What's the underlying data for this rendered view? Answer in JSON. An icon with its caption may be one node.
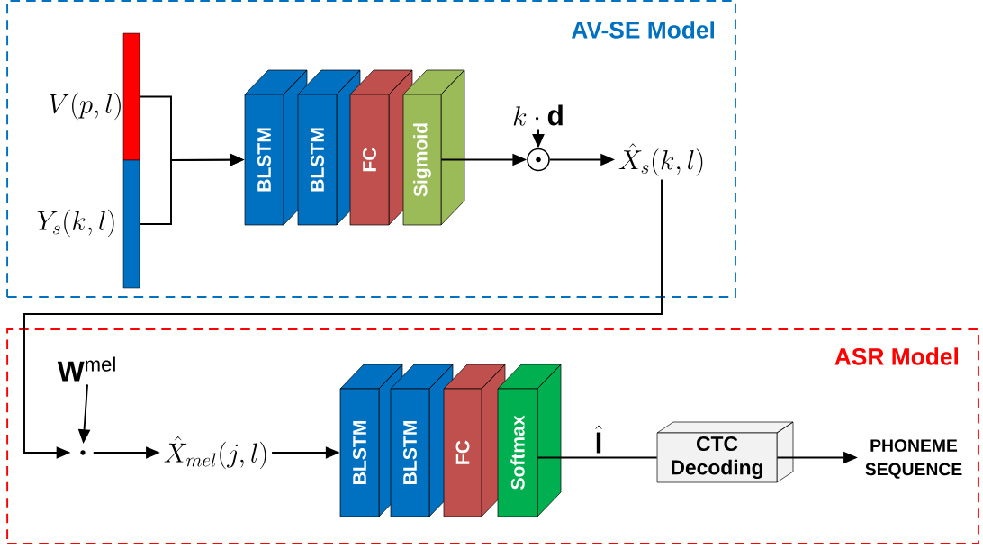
{
  "diagram": {
    "nodes": [
      {
        "text": [
          "AV-SE Model"
        ]
      },
      {
        "text": [],
        "shape": "bar",
        "beside": [
          "V(p,l)"
        ],
        "in": 0
      },
      {
        "text": [],
        "shape": "bar",
        "beside": [
          "Y_s(k,l)"
        ],
        "in": 0
      },
      {
        "text": [
          "BLSTM"
        ],
        "in": 0
      },
      {
        "text": [
          "BLSTM"
        ],
        "in": 0
      },
      {
        "text": [
          "FC"
        ],
        "in": 0
      },
      {
        "text": [
          "Sigmoid"
        ],
        "in": 0
      },
      {
        "text": [
          "k\\cdot\\mathbf{d}"
        ],
        "in": 0
      },
      {
        "text": [],
        "shape": "circle",
        "in": 0
      },
      {
        "text": [
          "\\hat{X}_s(k,l)"
        ],
        "in": 0
      },
      {
        "text": [
          "ASR Model"
        ]
      },
      {
        "text": [
          "\\mathbf{W}^{\\mathrm{mel}}"
        ],
        "in": 10
      },
      {
        "text": [],
        "shape": "circle",
        "in": 10
      },
      {
        "text": [
          "\\hat{X}_{mel}(j,l)"
        ],
        "in": 10
      },
      {
        "text": [
          "BLSTM"
        ],
        "in": 10
      },
      {
        "text": [
          "BLSTM"
        ],
        "in": 10
      },
      {
        "text": [
          "FC"
        ],
        "in": 10
      },
      {
        "text": [
          "Softmax"
        ],
        "in": 10
      },
      {
        "text": [
          "CTC Decoding"
        ],
        "in": 10
      },
      {
        "text": [
          "PHONEME SEQUENCE"
        ],
        "in": 10
      }
    ],
    "edges": [
      {
        "from": 1,
        "to": 3,
        "arrow": "to"
      },
      {
        "from": 2,
        "to": 3,
        "arrow": "to"
      },
      {
        "from": 6,
        "to": 8,
        "arrow": "to"
      },
      {
        "from": 7,
        "to": 8,
        "arrow": "to"
      },
      {
        "from": 8,
        "to": 9,
        "arrow": "to"
      },
      {
        "from": 9,
        "to": 12,
        "arrow": "to"
      },
      {
        "from": 11,
        "to": 12,
        "arrow": "to"
      },
      {
        "from": 12,
        "to": 13,
        "arrow": "to"
      },
      {
        "from": 13,
        "to": 14,
        "arrow": "to"
      },
      {
        "from": 17,
        "to": 18,
        "arrow": "none",
        "label": "\\hat{\\mathbf{l}}"
      },
      {
        "from": 18,
        "to": 19,
        "arrow": "to"
      }
    ]
  }
}
